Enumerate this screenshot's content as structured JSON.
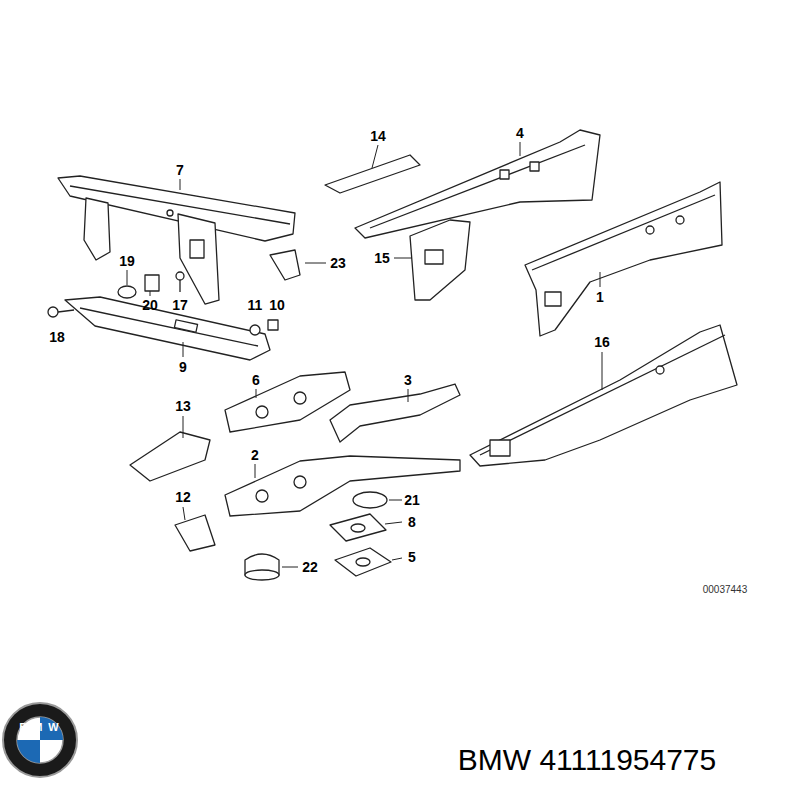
{
  "diagram": {
    "caption": "BMW 41111954775",
    "labels": [
      "14",
      "4",
      "7",
      "19",
      "23",
      "15",
      "20",
      "17",
      "11",
      "10",
      "1",
      "18",
      "9",
      "16",
      "6",
      "3",
      "13",
      "2",
      "21",
      "8",
      "12",
      "22",
      "5",
      "00037443",
      "BMW"
    ]
  }
}
